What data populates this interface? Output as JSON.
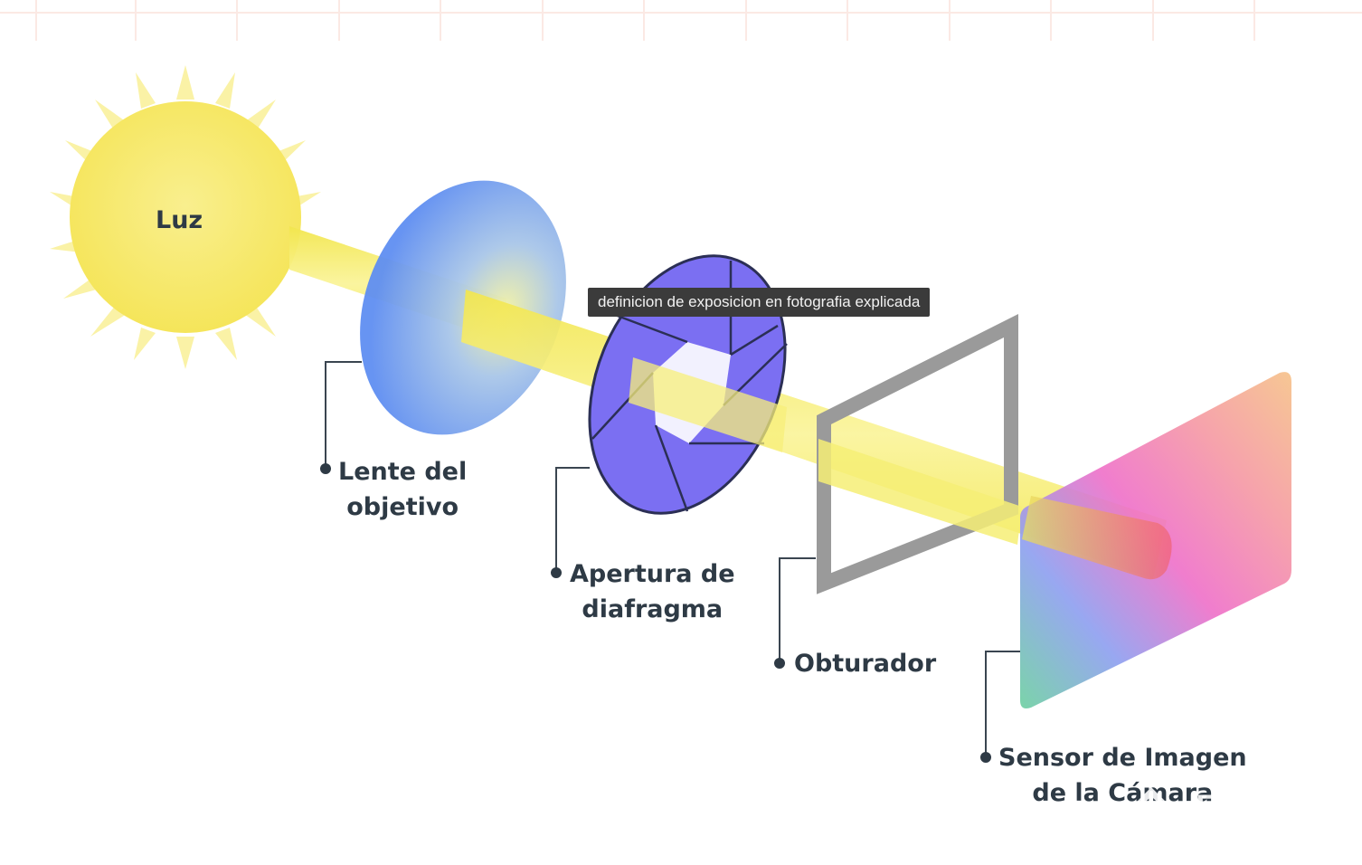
{
  "diagram": {
    "tooltip": "definicion de exposicion en fotografia explicada",
    "labels": {
      "luz": "Luz",
      "lente_line1": "Lente del",
      "lente_line2": "objetivo",
      "apertura_line1": "Apertura de",
      "apertura_line2": "diafragma",
      "obturador": "Obturador",
      "sensor_line1": "Sensor de Imagen",
      "sensor_line2": "de la Cámara"
    },
    "watermark": "Platzi",
    "colors": {
      "sun": "#f7e96a",
      "beam": "#f5ec62",
      "lens": "#6e93f0",
      "aperture": "#7b6ff2",
      "shutter": "#9a9a9a",
      "label_text": "#2e3a45"
    }
  }
}
